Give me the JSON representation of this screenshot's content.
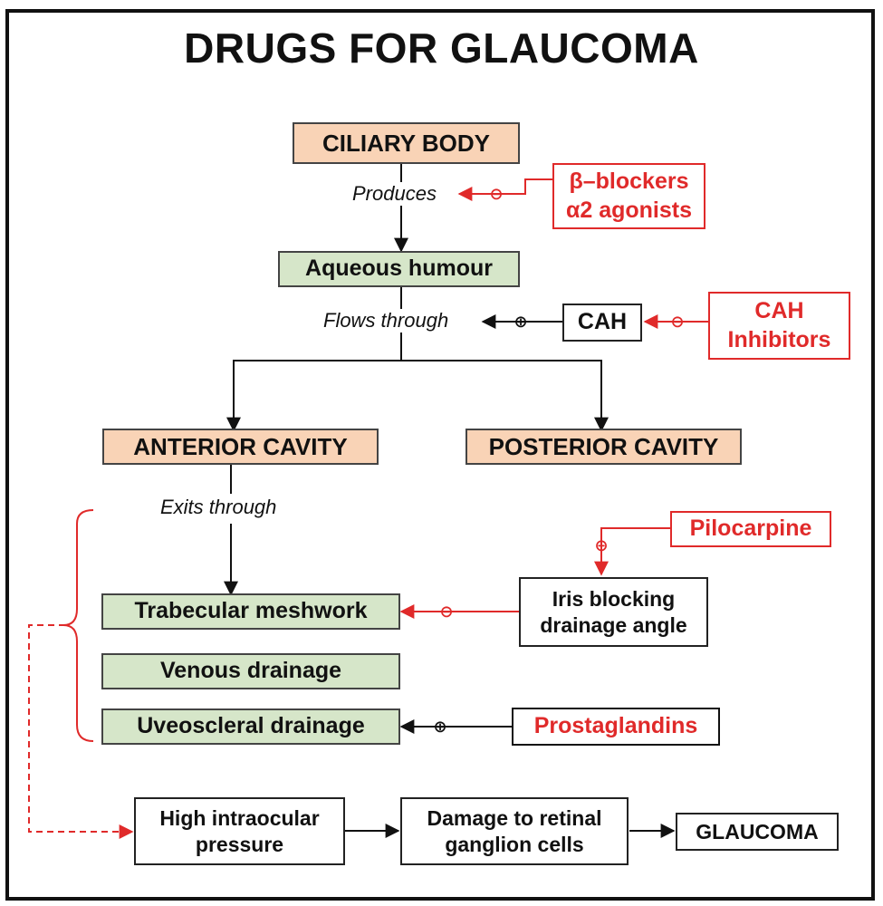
{
  "title": "DRUGS FOR GLAUCOMA",
  "nodes": {
    "ciliary_body": "CILIARY BODY",
    "aqueous_humour": "Aqueous humour",
    "anterior_cavity": "ANTERIOR CAVITY",
    "posterior_cavity": "POSTERIOR CAVITY",
    "trabecular_meshwork": "Trabecular meshwork",
    "venous_drainage": "Venous drainage",
    "uveoscleral_drainage": "Uveoscleral drainage",
    "cah": "CAH",
    "iris_blocking": [
      "Iris blocking",
      "drainage angle"
    ],
    "high_iop": [
      "High intraocular",
      "pressure"
    ],
    "retinal_damage": [
      "Damage to retinal",
      "ganglion cells"
    ],
    "glaucoma": "GLAUCOMA"
  },
  "drugs": {
    "beta_blockers": "β–blockers",
    "alpha2_agonists": "α2 agonists",
    "cah_inhibitors": [
      "CAH",
      "Inhibitors"
    ],
    "pilocarpine": "Pilocarpine",
    "prostaglandins": "Prostaglandins"
  },
  "edge_labels": {
    "produces": "Produces",
    "flows_through": "Flows through",
    "exits_through": "Exits through"
  },
  "symbols": {
    "inhibit": "⊖",
    "stimulate": "⊕"
  },
  "colors": {
    "drug_red": "#e02a2a",
    "structure_peach": "#f9d3b6",
    "drainage_green": "#d6e6c9"
  }
}
